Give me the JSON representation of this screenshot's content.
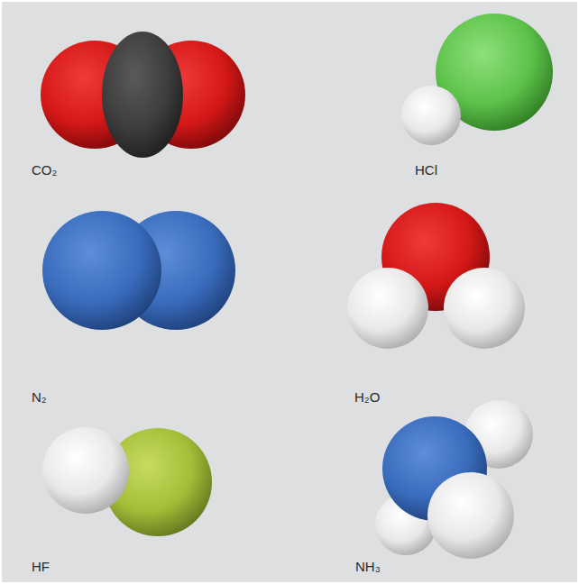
{
  "diagram": {
    "labels": [
      "CO₂",
      "HCl",
      "N₂",
      "H₂O",
      "HF",
      "NH₃"
    ]
  }
}
